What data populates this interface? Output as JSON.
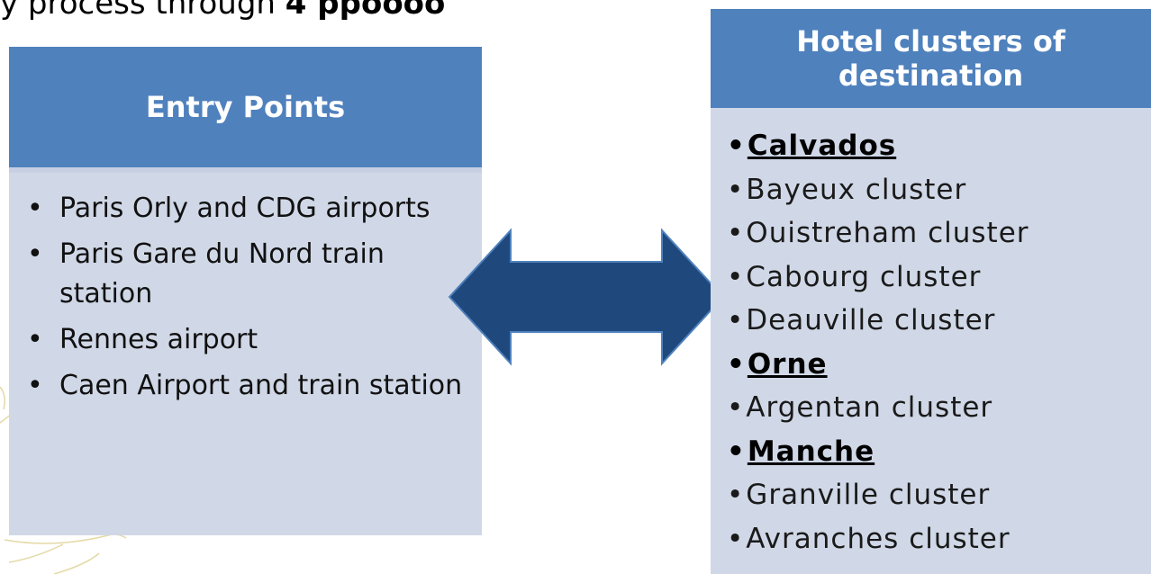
{
  "top_text": {
    "prefix": "y process through ",
    "bold": "4 ppoooo"
  },
  "entry_points": {
    "title": "Entry Points",
    "items": [
      "Paris Orly and CDG airports",
      "Paris Gare du Nord train station",
      "Rennes airport",
      "Caen Airport and train station"
    ]
  },
  "hotel_clusters": {
    "title": "Hotel clusters of destination",
    "items": [
      {
        "label": "Calvados",
        "region": true
      },
      {
        "label": "Bayeux cluster",
        "region": false
      },
      {
        "label": "Ouistreham cluster",
        "region": false
      },
      {
        "label": "Cabourg cluster",
        "region": false
      },
      {
        "label": "Deauville cluster",
        "region": false
      },
      {
        "label": "Orne",
        "region": true
      },
      {
        "label": "Argentan cluster",
        "region": false
      },
      {
        "label": "Manche",
        "region": true
      },
      {
        "label": "Granville cluster",
        "region": false
      },
      {
        "label": "Avranches cluster",
        "region": false
      }
    ]
  },
  "colors": {
    "header": "#4f81bd",
    "body": "#d0d8e7",
    "arrow": "#1f497d",
    "arrow_stroke": "#4f81bd"
  },
  "connector": {
    "icon": "double-arrow-icon"
  }
}
